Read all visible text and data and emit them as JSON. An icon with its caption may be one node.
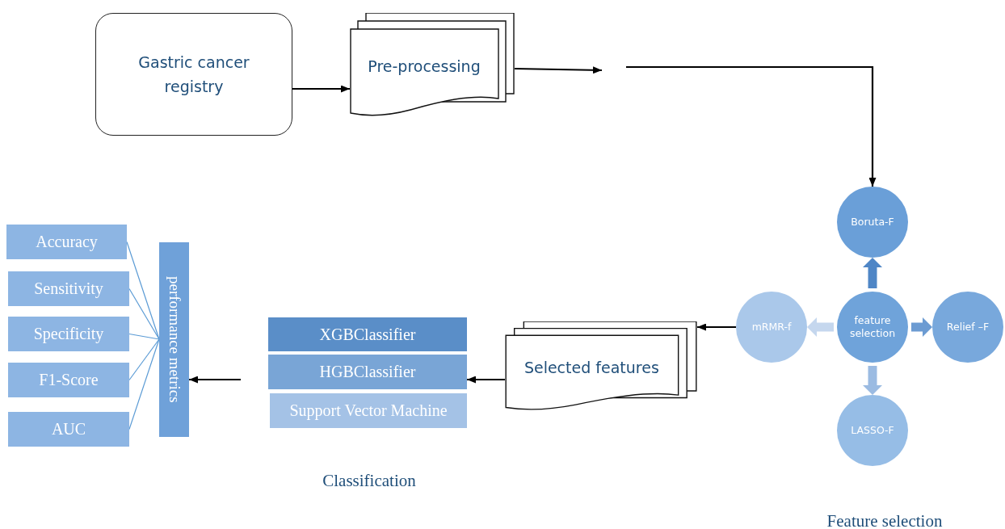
{
  "diagram": {
    "nodes": [
      {
        "text": [
          "Gastric cancer registry"
        ]
      },
      {
        "text": [
          "Pre-processing"
        ]
      },
      {
        "text": [
          "Boruta-F"
        ]
      },
      {
        "text": [
          "mRMR-f"
        ]
      },
      {
        "text": [
          "feature selection"
        ]
      },
      {
        "text": [
          "Relief –F"
        ]
      },
      {
        "text": [
          "LASSO-F"
        ]
      },
      {
        "text": [
          "Selected features"
        ]
      },
      {
        "text": [
          "XGBClassifier"
        ]
      },
      {
        "text": [
          "HGBClassifier"
        ]
      },
      {
        "text": [
          "Support Vector Machine"
        ]
      },
      {
        "text": [
          "performance metrics"
        ]
      },
      {
        "text": [
          "Accuracy"
        ]
      },
      {
        "text": [
          "Sensitivity"
        ]
      },
      {
        "text": [
          "Specificity"
        ]
      },
      {
        "text": [
          "F1-Score"
        ]
      },
      {
        "text": [
          "AUC"
        ]
      }
    ],
    "edges": [
      {
        "from": 0,
        "to": 1,
        "arrow": "to"
      },
      {
        "from": 1,
        "to": null,
        "arrow": "to"
      },
      {
        "from": null,
        "to": 2,
        "arrow": "to"
      },
      {
        "from": 4,
        "to": 2,
        "arrow": "to",
        "style": "thick",
        "color": "#4f86c6"
      },
      {
        "from": 4,
        "to": 5,
        "arrow": "to",
        "style": "thick",
        "color": "#6c9bd2"
      },
      {
        "from": 4,
        "to": 3,
        "arrow": "to",
        "style": "thick",
        "color": "#c5d7ee"
      },
      {
        "from": 4,
        "to": 6,
        "arrow": "to",
        "style": "thick",
        "color": "#9bbbe2"
      },
      {
        "from": 3,
        "to": 7,
        "arrow": "to"
      },
      {
        "from": 7,
        "to": 9,
        "arrow": "to"
      },
      {
        "from": null,
        "to": 11,
        "arrow": "to"
      },
      {
        "from": 12,
        "to": 11,
        "arrow": "none",
        "color": "#5b9bd5"
      },
      {
        "from": 13,
        "to": 11,
        "arrow": "none",
        "color": "#5b9bd5"
      },
      {
        "from": 14,
        "to": 11,
        "arrow": "none",
        "color": "#5b9bd5"
      },
      {
        "from": 15,
        "to": 11,
        "arrow": "none",
        "color": "#5b9bd5"
      },
      {
        "from": 16,
        "to": 11,
        "arrow": "none",
        "color": "#5b9bd5"
      }
    ],
    "labels": [
      "Classification",
      "Feature selection"
    ]
  }
}
